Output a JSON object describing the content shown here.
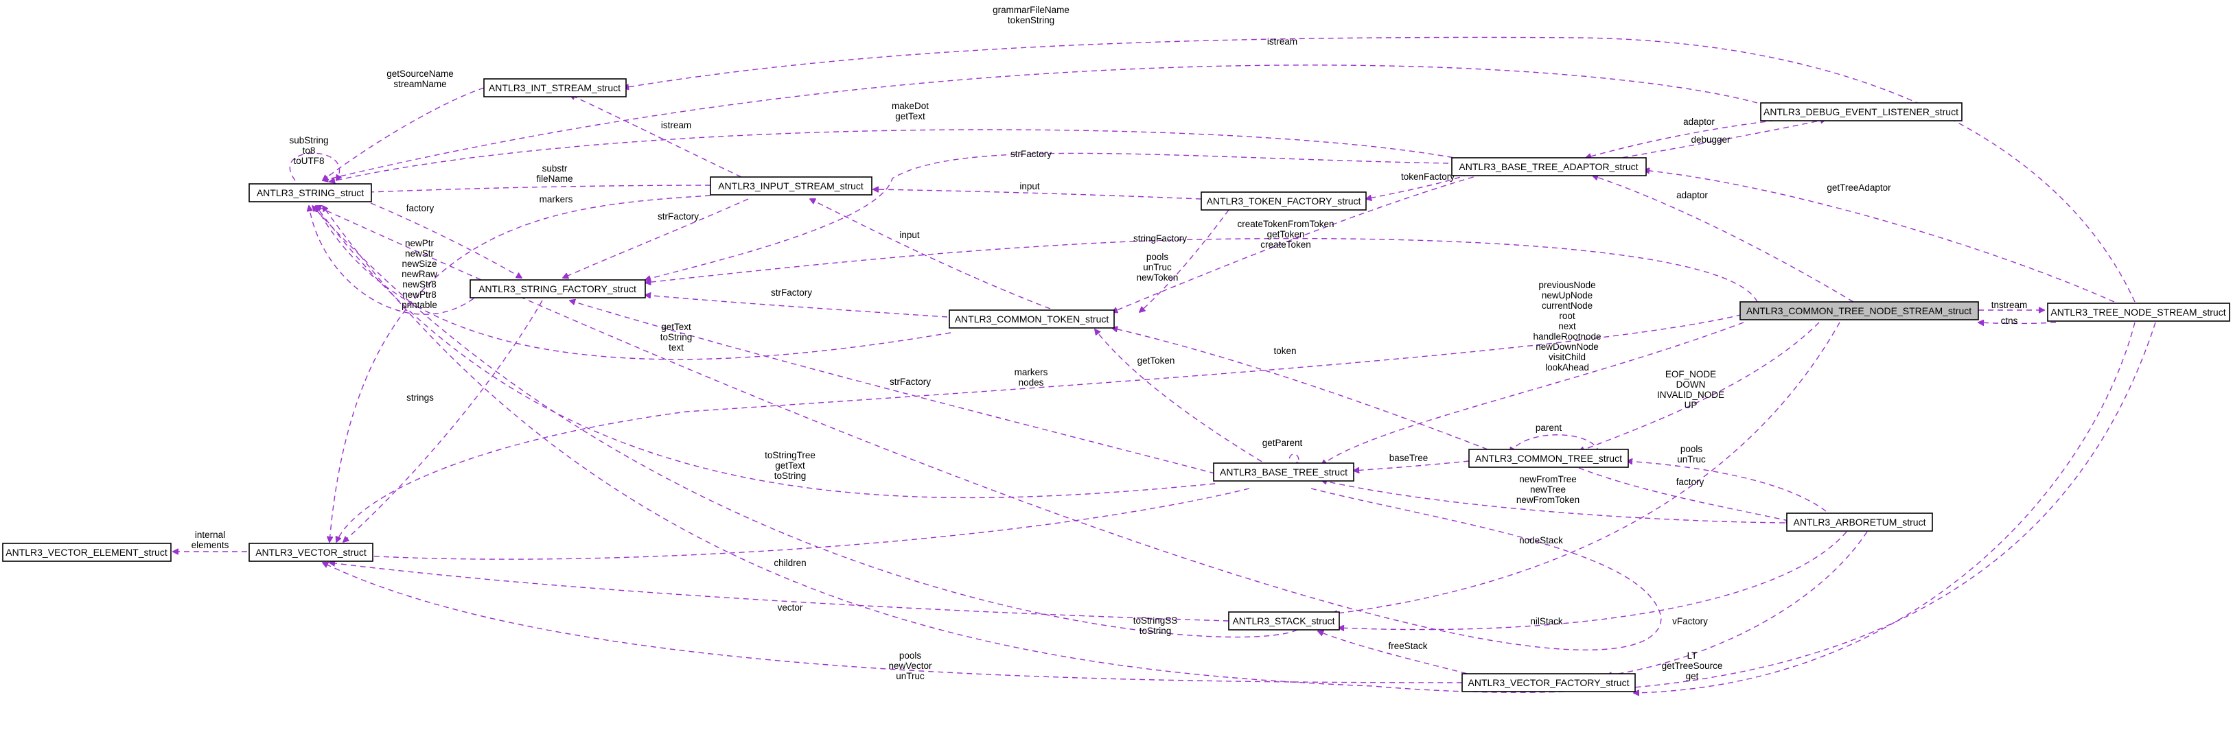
{
  "colors": {
    "edge": "#9a32cd",
    "node_border": "#000000",
    "focus_fill": "#bfbfbf",
    "background": "#ffffff"
  },
  "nodes": [
    {
      "id": "string",
      "label": "ANTLR3_STRING_struct"
    },
    {
      "id": "int_stream",
      "label": "ANTLR3_INT_STREAM_struct"
    },
    {
      "id": "input_stream",
      "label": "ANTLR3_INPUT_STREAM_struct"
    },
    {
      "id": "string_factory",
      "label": "ANTLR3_STRING_FACTORY_struct"
    },
    {
      "id": "vector_element",
      "label": "ANTLR3_VECTOR_ELEMENT_struct"
    },
    {
      "id": "vector",
      "label": "ANTLR3_VECTOR_struct"
    },
    {
      "id": "token_factory",
      "label": "ANTLR3_TOKEN_FACTORY_struct"
    },
    {
      "id": "common_token",
      "label": "ANTLR3_COMMON_TOKEN_struct"
    },
    {
      "id": "base_tree_adaptor",
      "label": "ANTLR3_BASE_TREE_ADAPTOR_struct"
    },
    {
      "id": "debug_listener",
      "label": "ANTLR3_DEBUG_EVENT_LISTENER_struct"
    },
    {
      "id": "common_tree_node_stream",
      "label": "ANTLR3_COMMON_TREE_NODE_STREAM_struct"
    },
    {
      "id": "tree_node_stream",
      "label": "ANTLR3_TREE_NODE_STREAM_struct"
    },
    {
      "id": "base_tree",
      "label": "ANTLR3_BASE_TREE_struct"
    },
    {
      "id": "common_tree",
      "label": "ANTLR3_COMMON_TREE_struct"
    },
    {
      "id": "arboretum",
      "label": "ANTLR3_ARBORETUM_struct"
    },
    {
      "id": "stack",
      "label": "ANTLR3_STACK_struct"
    },
    {
      "id": "vector_factory",
      "label": "ANTLR3_VECTOR_FACTORY_struct"
    }
  ],
  "edge_labels": [
    [
      "grammarFileName",
      "tokenString"
    ],
    [
      "istream"
    ],
    [
      "getSourceName",
      "streamName"
    ],
    [
      "subString",
      "to8",
      "toUTF8"
    ],
    [
      "makeDot",
      "getText"
    ],
    [
      "istream"
    ],
    [
      "adaptor"
    ],
    [
      "debugger"
    ],
    [
      "substr",
      "fileName"
    ],
    [
      "strFactory"
    ],
    [
      "input"
    ],
    [
      "tokenFactory"
    ],
    [
      "getTreeAdaptor"
    ],
    [
      "markers"
    ],
    [
      "factory"
    ],
    [
      "strFactory"
    ],
    [
      "input"
    ],
    [
      "stringFactory"
    ],
    [
      "createTokenFromToken",
      "getToken",
      "createToken"
    ],
    [
      "adaptor"
    ],
    [
      "newPtr",
      "newStr",
      "newSize",
      "newRaw",
      "newStr8",
      "newPtr8",
      "printable"
    ],
    [
      "pools",
      "unTruc",
      "newToken"
    ],
    [
      "strFactory"
    ],
    [
      "previousNode",
      "newUpNode",
      "currentNode",
      "root",
      "next",
      "handleRootnode",
      "newDownNode",
      "visitChild",
      "lookAhead"
    ],
    [
      "tnstream"
    ],
    [
      "ctns"
    ],
    [
      "getText",
      "toString",
      "text"
    ],
    [
      "token"
    ],
    [
      "getToken"
    ],
    [
      "strFactory"
    ],
    [
      "markers",
      "nodes"
    ],
    [
      "strings"
    ],
    [
      "EOF_NODE",
      "DOWN",
      "INVALID_NODE",
      "UP"
    ],
    [
      "getParent"
    ],
    [
      "parent"
    ],
    [
      "pools",
      "unTruc"
    ],
    [
      "toStringTree",
      "getText",
      "toString"
    ],
    [
      "baseTree"
    ],
    [
      "factory"
    ],
    [
      "newFromTree",
      "newTree",
      "newFromToken"
    ],
    [
      "internal",
      "elements"
    ],
    [
      "nodeStack"
    ],
    [
      "children"
    ],
    [
      "vector"
    ],
    [
      "toStringSS",
      "toString"
    ],
    [
      "nilStack"
    ],
    [
      "vFactory"
    ],
    [
      "freeStack"
    ],
    [
      "LT",
      "getTreeSource",
      "get"
    ],
    [
      "pools",
      "newVector",
      "unTruc"
    ]
  ]
}
